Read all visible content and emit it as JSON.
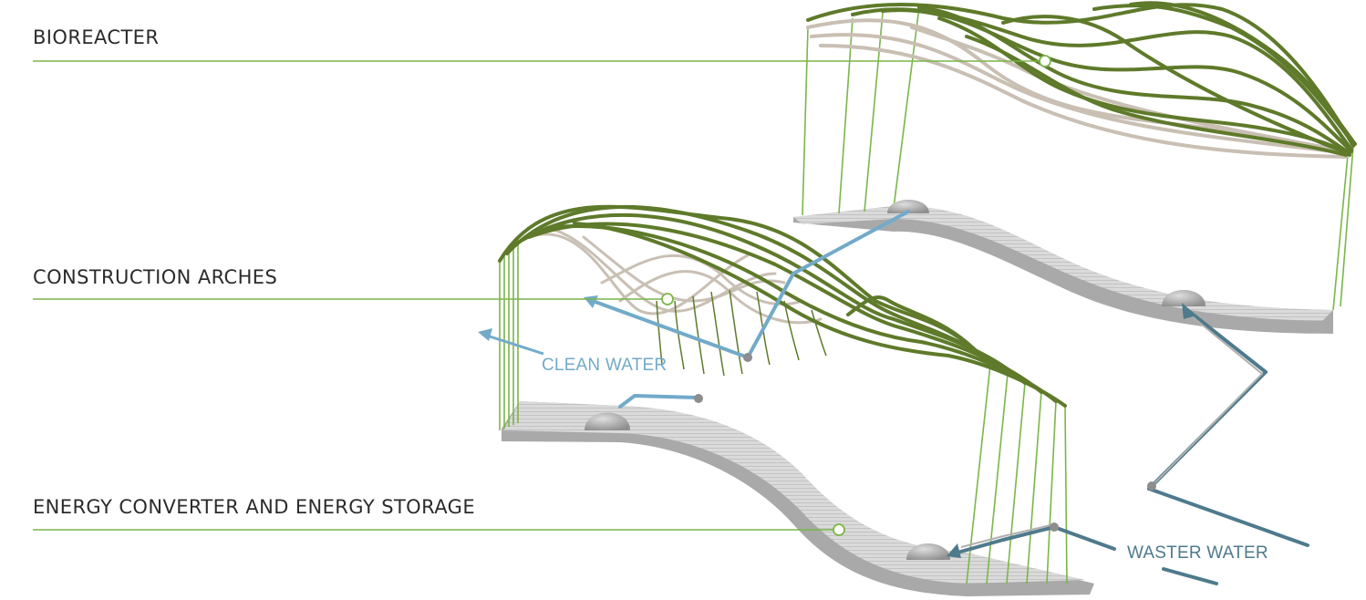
{
  "labels": {
    "bioreactor": "BIOREACTER",
    "construction_arches": "CONSTRUCTION ARCHES",
    "energy": "ENERGY CONVERTER AND ENERGY STORAGE",
    "clean_water": "CLEAN WATER",
    "waste_water": "WASTER WATER"
  },
  "colors": {
    "leader_green": "#7ab648",
    "arch_green": "#5e7a2a",
    "arch_beige": "#c9bfb3",
    "clean_water": "#72aac9",
    "waste_water": "#4e7a8c",
    "platform": "#d4d4d4",
    "platform_shadow": "#a9a9a9",
    "dome": "#b8b8b8"
  },
  "icons": [
    "node-circle-icon",
    "arrow-icon",
    "dome-icon"
  ]
}
